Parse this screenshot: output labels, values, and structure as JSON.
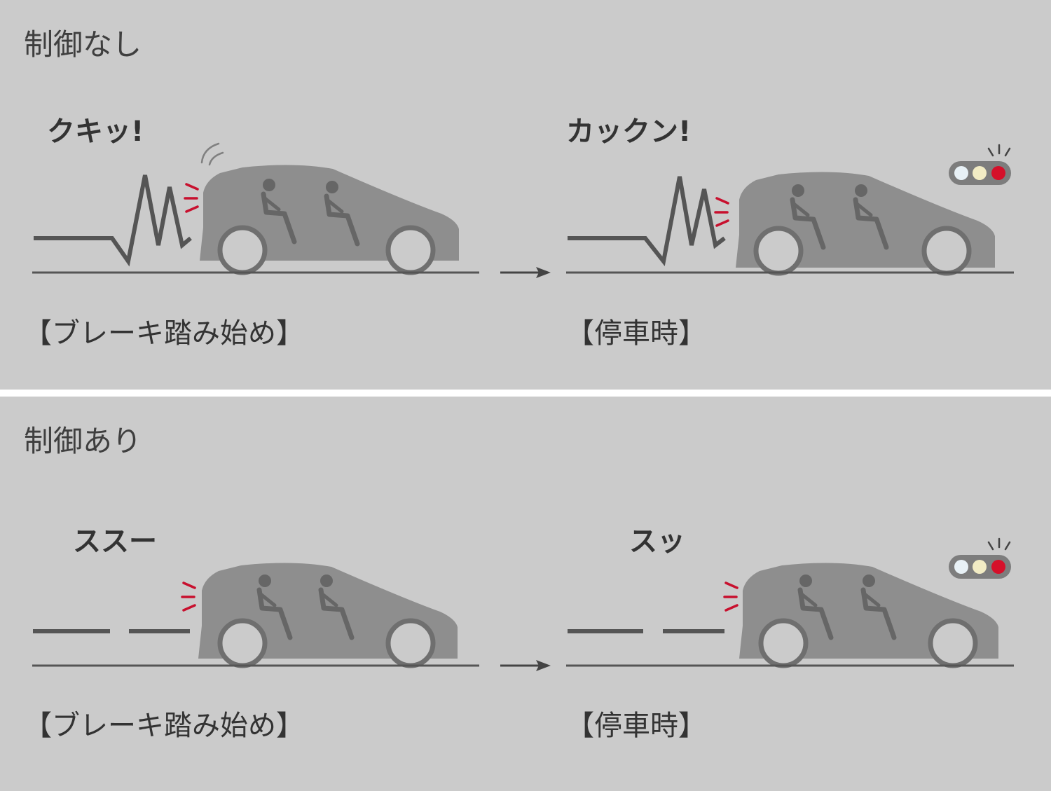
{
  "colors": {
    "background": "#cbcbcb",
    "car": "#8e8e8e",
    "wheel_ring": "#6f6f6f",
    "line": "#555555",
    "brake_light_red": "#c8102e",
    "signal_lamp_white": "#e8f1f6",
    "signal_lamp_yellow": "#f2ecc4",
    "signal_lamp_red": "#d5102a"
  },
  "panels": [
    {
      "title": "制御なし",
      "left": {
        "sound": "クキッ!",
        "caption": "【ブレーキ踏み始め】"
      },
      "right": {
        "sound": "カックン!",
        "caption": "【停車時】"
      }
    },
    {
      "title": "制御あり",
      "left": {
        "sound": "ススー",
        "caption": "【ブレーキ踏み始め】"
      },
      "right": {
        "sound": "スッ",
        "caption": "【停車時】"
      }
    }
  ]
}
